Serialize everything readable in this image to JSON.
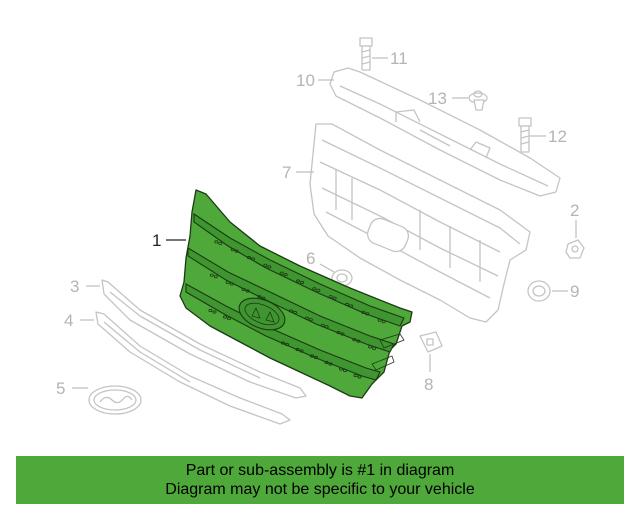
{
  "callouts": {
    "c1": "1",
    "c2": "2",
    "c3": "3",
    "c4": "4",
    "c5": "5",
    "c6": "6",
    "c7": "7",
    "c8": "8",
    "c9": "9",
    "c10": "10",
    "c11": "11",
    "c12": "12",
    "c13": "13"
  },
  "highlight_part": "1",
  "banner": {
    "line1": "Part or sub-assembly is #1 in diagram",
    "line2": "Diagram may not be specific to your vehicle"
  },
  "colors": {
    "highlight": "#4ea83a",
    "ghost_lines": "#c4c4c4",
    "callout_text": "#b4b4b4",
    "active_callout": "#222222"
  }
}
